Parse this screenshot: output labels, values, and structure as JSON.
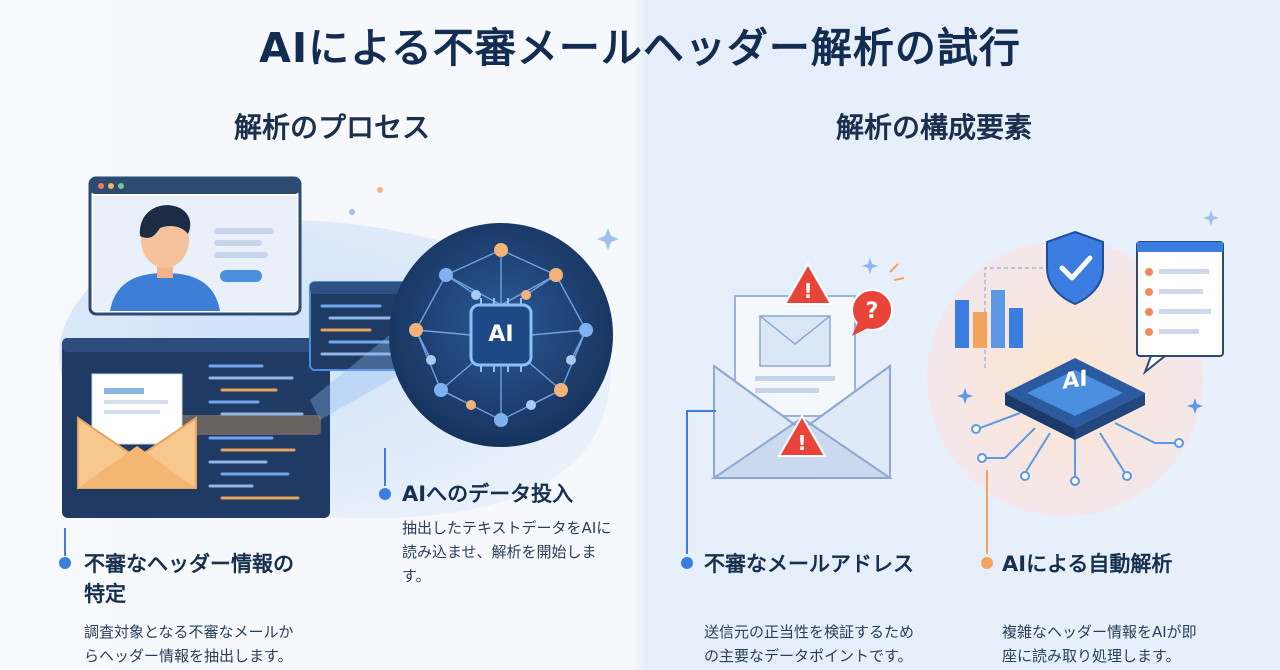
{
  "title": "AIによる不審メールヘッダー解析の試行",
  "left_section": {
    "heading": "解析のプロセス",
    "chip_label": "AI",
    "steps": [
      {
        "title_lines": [
          "不審なヘッダー情報の",
          "特定"
        ],
        "desc_lines": [
          "調査対象となる不審なメールか",
          "らヘッダー情報を抽出します。"
        ]
      },
      {
        "title_lines": [
          "AIへのデータ投入"
        ],
        "desc_lines": [
          "抽出したテキストデータをAIに",
          "読み込ませ、解析を開始しま",
          "す。"
        ]
      }
    ]
  },
  "right_section": {
    "heading": "解析の構成要素",
    "chip_label": "AI",
    "components": [
      {
        "title": "不審なメールアドレス",
        "desc_lines": [
          "送信元の正当性を検証するため",
          "の主要なデータポイントです。"
        ]
      },
      {
        "title": "AIによる自動解析",
        "desc_lines": [
          "複雑なヘッダー情報をAIが即",
          "座に読み取り処理します。"
        ]
      }
    ]
  },
  "colors": {
    "navy": "#132d52",
    "primary_blue": "#3b7de0",
    "accent_blue": "#4a8fe0",
    "accent_orange": "#f2a35e",
    "alert_red": "#e8443a"
  }
}
